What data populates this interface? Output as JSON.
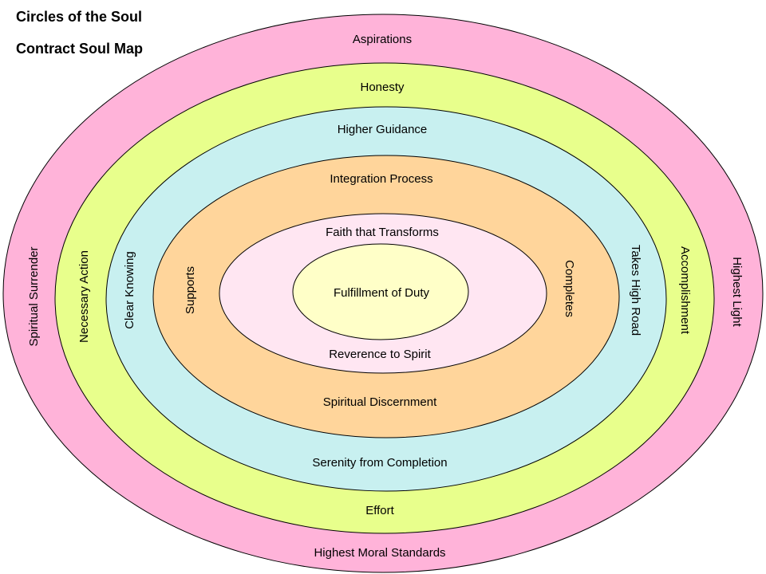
{
  "title": "Circles of the Soul",
  "subtitle": "Contract Soul Map",
  "colors": {
    "outer_ring": "#FFB3D9",
    "second_ring": "#E8FF8C",
    "third_ring": "#C8F0F0",
    "fourth_ring": "#FFD59B",
    "fifth_ring": "#FFE6F2",
    "core": "#FFFFC8",
    "outline": "#000000"
  },
  "rings": [
    {
      "top": "Aspirations",
      "bottom": "Highest Moral Standards",
      "left": "Spiritual Surrender",
      "right": "Highest Light"
    },
    {
      "top": "Honesty",
      "bottom": "Effort",
      "left": "Necessary Action",
      "right": "Accomplishment"
    },
    {
      "top": "Higher Guidance",
      "bottom": "Serenity from Completion",
      "left": "Clear Knowing",
      "right": "Takes High Road"
    },
    {
      "top": "Integration Process",
      "bottom": "Spiritual Discernment",
      "left": "Supports",
      "right": "Completes"
    },
    {
      "top": "Faith that Transforms",
      "bottom": "Reverence to Spirit"
    }
  ],
  "core": {
    "label": "Fulfillment of Duty"
  }
}
